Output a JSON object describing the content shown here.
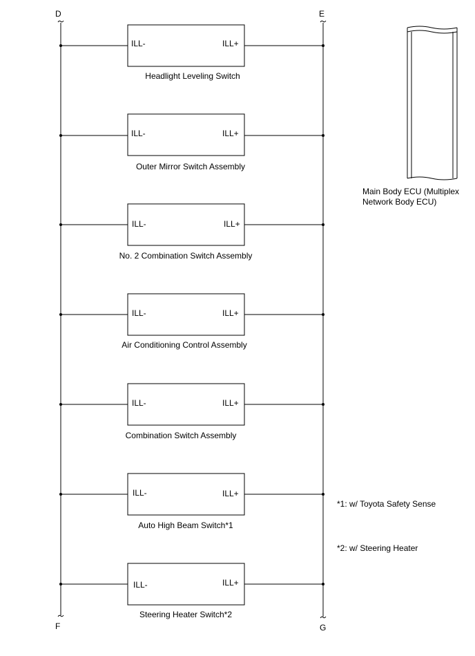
{
  "bus_labels": {
    "left_top": "D",
    "right_top": "E",
    "left_bottom": "F",
    "right_bottom": "G"
  },
  "components": [
    {
      "name": "Headlight Leveling Switch",
      "left_pin": "ILL-",
      "right_pin": "ILL+"
    },
    {
      "name": "Outer Mirror Switch Assembly",
      "left_pin": "ILL-",
      "right_pin": "ILL+"
    },
    {
      "name": "No. 2 Combination Switch Assembly",
      "left_pin": "ILL-",
      "right_pin": "ILL+"
    },
    {
      "name": "Air Conditioning Control Assembly",
      "left_pin": "ILL-",
      "right_pin": "ILL+"
    },
    {
      "name": "Combination Switch Assembly",
      "left_pin": "ILL-",
      "right_pin": "ILL+"
    },
    {
      "name": "Auto High Beam Switch*1",
      "left_pin": "ILL-",
      "right_pin": "ILL+"
    },
    {
      "name": "Steering Heater Switch*2",
      "left_pin": "ILL-",
      "right_pin": "ILL+"
    }
  ],
  "ecu": {
    "label_line1": "Main Body ECU (Multiplex",
    "label_line2": "Network Body ECU)"
  },
  "notes": [
    "*1: w/ Toyota Safety Sense",
    "*2: w/ Steering Heater"
  ]
}
